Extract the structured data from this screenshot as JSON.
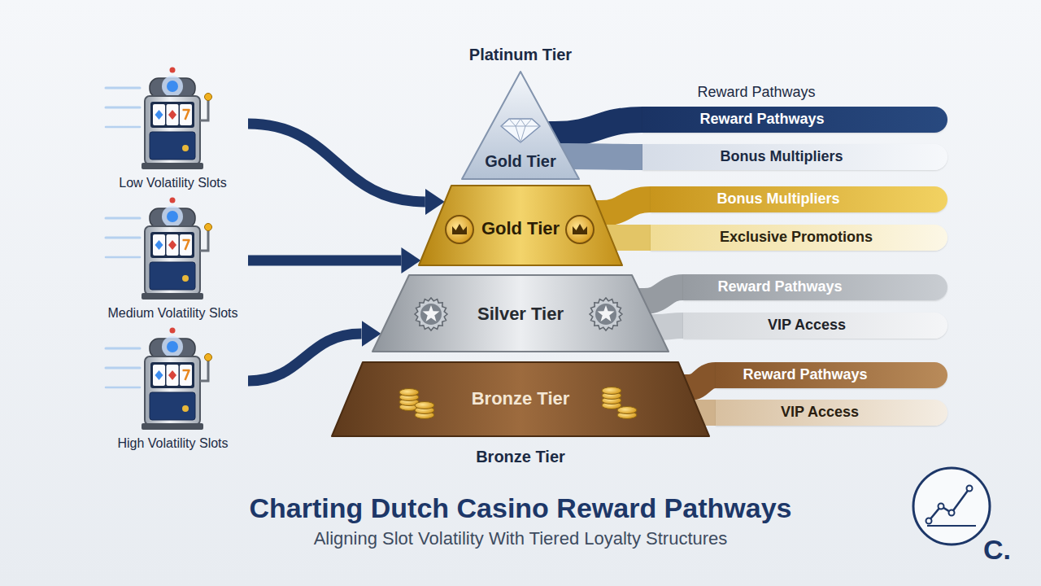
{
  "diagram": {
    "title": "Charting Dutch Casino Reward Pathways",
    "caption": "Aligning Slot Volatility With Tiered Loyalty Structures",
    "nodes": [
      {
        "text": [
          "Low Volatility Slots"
        ]
      },
      {
        "text": [
          "Medium Volatility Slots"
        ]
      },
      {
        "text": [
          "High Volatility Slots"
        ]
      },
      {
        "text": [
          "Platinum Tier",
          "Gold Tier"
        ]
      },
      {
        "text": [
          "Gold Tier"
        ]
      },
      {
        "text": [
          "Silver Tier"
        ]
      },
      {
        "text": [
          "Bronze Tier",
          "Bronze Tier"
        ]
      },
      {
        "text": [
          "Reward Pathways"
        ]
      },
      {
        "text": [
          "Bonus Multipliers"
        ]
      },
      {
        "text": [
          "Bonus Multipliers"
        ]
      },
      {
        "text": [
          "Exclusive Promotions"
        ]
      },
      {
        "text": [
          "Reward Pathways"
        ]
      },
      {
        "text": [
          "VIP Access"
        ]
      },
      {
        "text": [
          "Reward Pathways"
        ]
      },
      {
        "text": [
          "VIP Access"
        ]
      }
    ],
    "edges": [
      {
        "from": 0,
        "to": 4,
        "arrow": "to"
      },
      {
        "from": 1,
        "to": 4,
        "arrow": "to"
      },
      {
        "from": 2,
        "to": 5,
        "arrow": "to"
      },
      {
        "from": 3,
        "to": 7,
        "arrow": "none"
      },
      {
        "from": 3,
        "to": 8,
        "arrow": "none"
      },
      {
        "from": 4,
        "to": 9,
        "arrow": "none"
      },
      {
        "from": 4,
        "to": 10,
        "arrow": "none"
      },
      {
        "from": 5,
        "to": 11,
        "arrow": "none"
      },
      {
        "from": 5,
        "to": 12,
        "arrow": "none"
      },
      {
        "from": 6,
        "to": 13,
        "arrow": "none"
      },
      {
        "from": 6,
        "to": 14,
        "arrow": "none"
      }
    ],
    "labels": [
      "Reward Pathways",
      "C."
    ]
  }
}
